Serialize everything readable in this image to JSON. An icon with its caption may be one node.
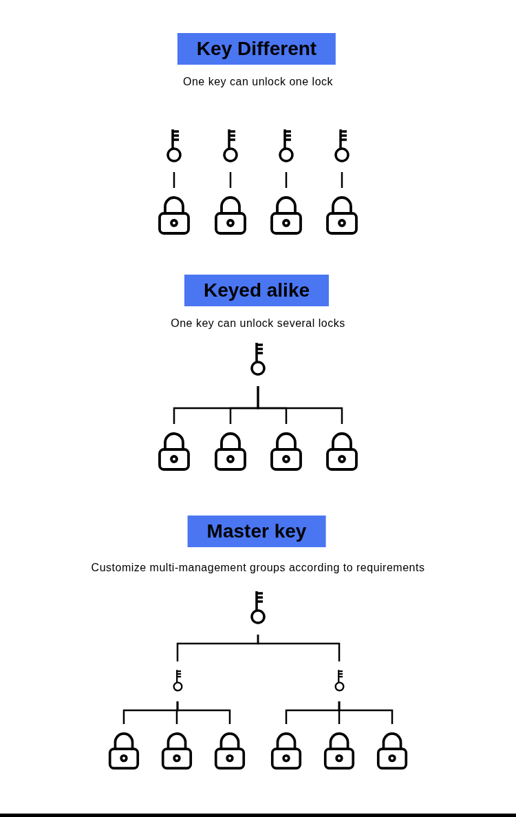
{
  "diagram": {
    "nodes": [
      {
        "text": [
          "Key Different"
        ],
        "beside": [
          "One key can unlock one lock"
        ]
      },
      {
        "text": [],
        "shape": "key"
      },
      {
        "text": [],
        "shape": "key"
      },
      {
        "text": [],
        "shape": "key"
      },
      {
        "text": [],
        "shape": "key"
      },
      {
        "text": [],
        "shape": "lock"
      },
      {
        "text": [],
        "shape": "lock"
      },
      {
        "text": [],
        "shape": "lock"
      },
      {
        "text": [],
        "shape": "lock"
      },
      {
        "text": [
          "Keyed alike"
        ],
        "beside": [
          "One key can unlock several locks"
        ]
      },
      {
        "text": [],
        "shape": "key"
      },
      {
        "text": [],
        "shape": "lock"
      },
      {
        "text": [],
        "shape": "lock"
      },
      {
        "text": [],
        "shape": "lock"
      },
      {
        "text": [],
        "shape": "lock"
      },
      {
        "text": [
          "Master key"
        ],
        "beside": [
          "Customize multi-management groups according to requirements"
        ]
      },
      {
        "text": [],
        "shape": "key"
      },
      {
        "text": [],
        "shape": "key"
      },
      {
        "text": [],
        "shape": "key"
      },
      {
        "text": [],
        "shape": "lock"
      },
      {
        "text": [],
        "shape": "lock"
      },
      {
        "text": [],
        "shape": "lock"
      },
      {
        "text": [],
        "shape": "lock"
      },
      {
        "text": [],
        "shape": "lock"
      },
      {
        "text": [],
        "shape": "lock"
      }
    ],
    "edges": [
      {
        "from": 1,
        "to": 5,
        "arrow": "none"
      },
      {
        "from": 2,
        "to": 6,
        "arrow": "none"
      },
      {
        "from": 3,
        "to": 7,
        "arrow": "none"
      },
      {
        "from": 4,
        "to": 8,
        "arrow": "none"
      },
      {
        "from": 10,
        "to": 11,
        "arrow": "none"
      },
      {
        "from": 10,
        "to": 12,
        "arrow": "none"
      },
      {
        "from": 10,
        "to": 13,
        "arrow": "none"
      },
      {
        "from": 10,
        "to": 14,
        "arrow": "none"
      },
      {
        "from": 16,
        "to": 17,
        "arrow": "none"
      },
      {
        "from": 16,
        "to": 18,
        "arrow": "none"
      },
      {
        "from": 17,
        "to": 19,
        "arrow": "none"
      },
      {
        "from": 17,
        "to": 20,
        "arrow": "none"
      },
      {
        "from": 17,
        "to": 21,
        "arrow": "none"
      },
      {
        "from": 18,
        "to": 22,
        "arrow": "none"
      },
      {
        "from": 18,
        "to": 23,
        "arrow": "none"
      },
      {
        "from": 18,
        "to": 24,
        "arrow": "none"
      }
    ]
  }
}
